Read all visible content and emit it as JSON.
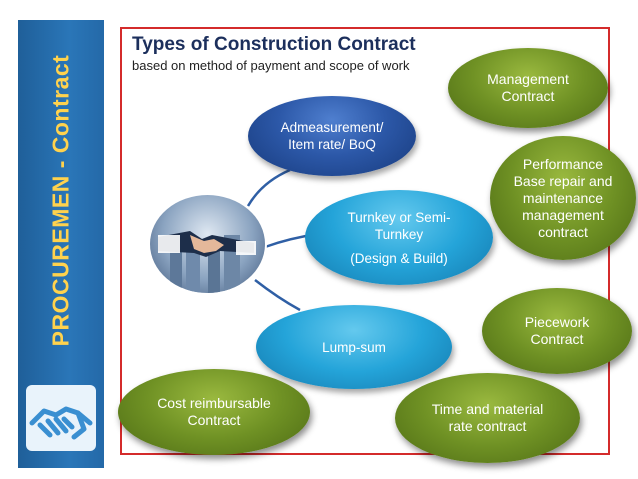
{
  "sidebar": {
    "title": "PROCUREMEN - Contract"
  },
  "header": {
    "title": "Types of Construction Contract",
    "subtitle": "based on method of payment and scope of work"
  },
  "center_image": {
    "icon": "handshake-icon"
  },
  "logo": {
    "icon": "handshake-icon"
  },
  "blue_ovals": {
    "admeasurement": {
      "line1": "Admeasurement/",
      "line2": "Item rate/ BoQ"
    },
    "turnkey": {
      "line1": "Turnkey or Semi-",
      "line2": "Turnkey",
      "line3": "(Design & Build)"
    },
    "lumpsum": {
      "line1": "Lump-sum"
    }
  },
  "green_ovals": {
    "management": {
      "line1": "Management",
      "line2": "Contract"
    },
    "performance": {
      "line1": "Performance",
      "line2": "Base repair and",
      "line3": "maintenance",
      "line4": "management",
      "line5": "contract"
    },
    "piecework": {
      "line1": "Piecework",
      "line2": "Contract"
    },
    "time_material": {
      "line1": "Time and material",
      "line2": "rate contract"
    },
    "cost_reimbursable": {
      "line1": "Cost reimbursable",
      "line2": "Contract"
    }
  },
  "colors": {
    "sidebar": "#2a76b8",
    "sidebar_text": "#ffd24d",
    "frame": "#d42b2b",
    "title": "#1c2f5c",
    "blue_oval": "#2c58a8",
    "cyan_oval": "#24a4d9",
    "green_oval": "#6f9124"
  }
}
